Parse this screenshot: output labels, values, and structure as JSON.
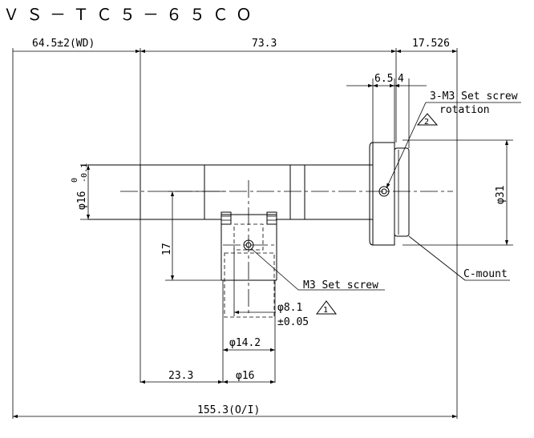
{
  "title": "ＶＳ－ＴＣ５－６５ＣＯ",
  "dimensions": {
    "wd": "64.5±2(WD)",
    "body_length": "73.3",
    "rear_length": "17.526",
    "ring_a": "6.5",
    "ring_b": "4",
    "set_screw_3": "3-M3 Set screw",
    "rotation": "rotation",
    "note2": "2",
    "dia16_base": "φ16",
    "dia16_tol_upper": "0",
    "dia16_tol_lower": "-0.1",
    "dia31": "φ31",
    "offset17": "17",
    "m3_screw": "M3 Set screw",
    "dia81": "φ8.1",
    "note1": "1",
    "tol005": "±0.05",
    "dia142": "φ14.2",
    "dist233": "23.3",
    "dia16_port": "φ16",
    "c_mount": "C-mount",
    "overall": "155.3(O/I)"
  }
}
